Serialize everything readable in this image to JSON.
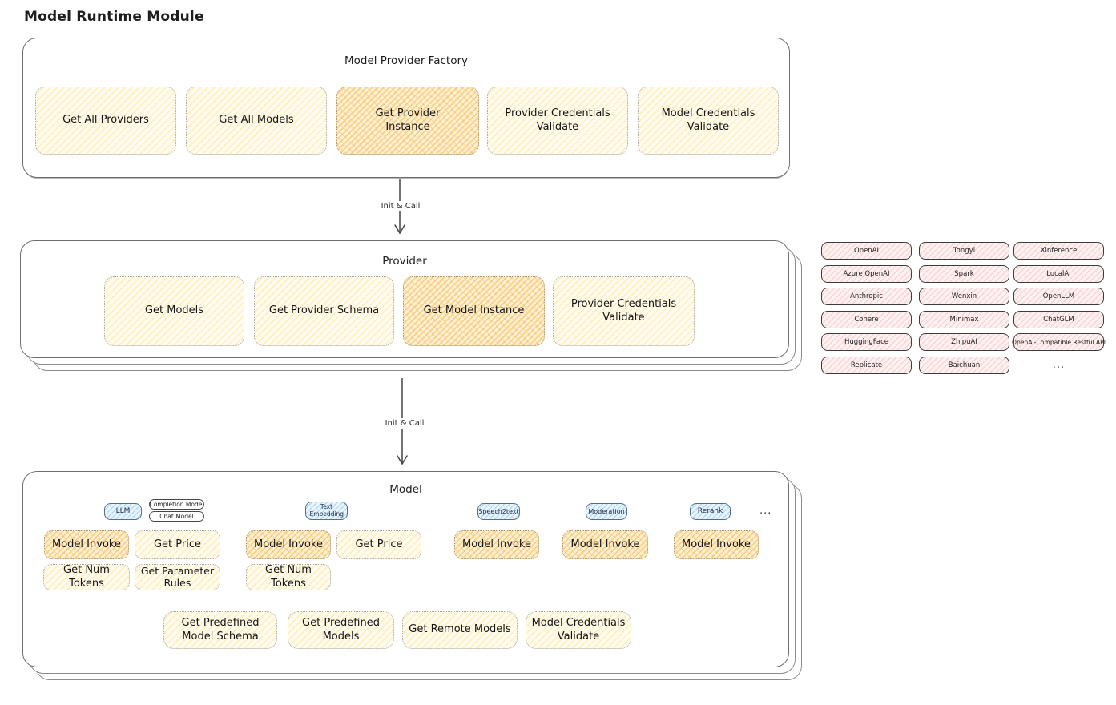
{
  "palette": {
    "cream_fill": "#fffbee",
    "cream_hatch": "#ffe082",
    "highlight_hatch": "#f7b240",
    "pink_hatch": "#ffaaaa",
    "blue_hatch": "#78bef5",
    "ink": "#1e1e1e"
  },
  "title": "Model Runtime Module",
  "factory": {
    "title": "Model Provider Factory",
    "boxes": [
      "Get All Providers",
      "Get All Models",
      "Get Provider Instance",
      "Provider Credentials Validate",
      "Model Credentials Validate"
    ]
  },
  "arrows": {
    "label1": "Init & Call",
    "label2": "Init & Call"
  },
  "provider": {
    "title": "Provider",
    "boxes": [
      "Get Models",
      "Get Provider Schema",
      "Get Model Instance",
      "Provider Credentials Validate"
    ]
  },
  "providers_grid": {
    "rows": [
      [
        "OpenAI",
        "Tongyi",
        "Xinference"
      ],
      [
        "Azure OpenAI",
        "Spark",
        "LocalAI"
      ],
      [
        "Anthropic",
        "Wenxin",
        "OpenLLM"
      ],
      [
        "Cohere",
        "Minimax",
        "ChatGLM"
      ],
      [
        "HuggingFace",
        "ZhipuAI",
        "OpenAI-Compatible Restful API"
      ],
      [
        "Replicate",
        "Baichuan",
        "..."
      ]
    ]
  },
  "model": {
    "title": "Model",
    "tabs": {
      "llm": "LLM",
      "completion": "Completion Model",
      "chat": "Chat Model",
      "text_embedding": "Text Embedding",
      "speech2text": "Speech2text",
      "moderation": "Moderation",
      "rerank": "Rerank",
      "more": "..."
    },
    "actions": {
      "llm": [
        "Model Invoke",
        "Get Price",
        "Get Num Tokens",
        "Get Parameter Rules"
      ],
      "text_embedding": [
        "Model Invoke",
        "Get Price",
        "Get Num Tokens"
      ],
      "speech2text": [
        "Model Invoke"
      ],
      "moderation": [
        "Model Invoke"
      ],
      "rerank": [
        "Model Invoke"
      ],
      "common": [
        "Get Predefined Model Schema",
        "Get Predefined Models",
        "Get Remote Models",
        "Model Credentials Validate"
      ]
    }
  }
}
